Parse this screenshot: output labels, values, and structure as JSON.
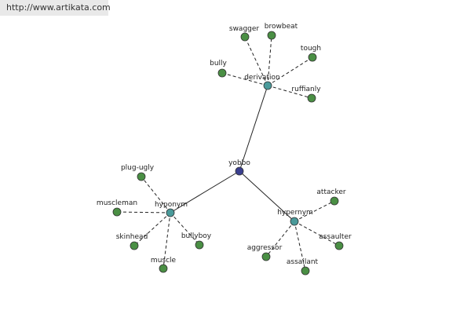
{
  "header": {
    "url": "http://www.artikata.com"
  },
  "graph": {
    "colors": {
      "root": "#3a3f8f",
      "relation": "#4a9a9a",
      "leaf": "#4a8f44",
      "edge": "#222222"
    },
    "root": {
      "label": "yobbo"
    },
    "relations": [
      {
        "label": "derivation",
        "leaves": [
          "bully",
          "swagger",
          "browbeat",
          "tough",
          "ruffianly"
        ]
      },
      {
        "label": "hyponym",
        "leaves": [
          "plug-ugly",
          "muscleman",
          "skinhead",
          "muscle",
          "bullyboy"
        ]
      },
      {
        "label": "hypernym",
        "leaves": [
          "attacker",
          "assaulter",
          "assailant",
          "aggressor"
        ]
      }
    ]
  }
}
